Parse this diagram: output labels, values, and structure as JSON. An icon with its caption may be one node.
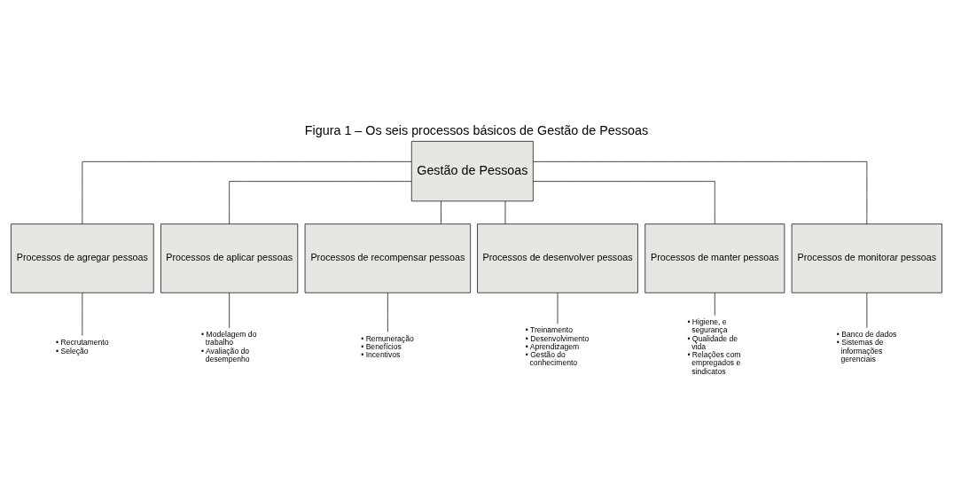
{
  "diagram": {
    "title": "Figura 1 – Os seis processos básicos de Gestão de Pessoas",
    "nodes": [
      {
        "text": [
          "Gestão de Pessoas"
        ]
      },
      {
        "text": [
          "Processos de agregar pessoas"
        ]
      },
      {
        "text": [
          "Processos de aplicar pessoas"
        ]
      },
      {
        "text": [
          "Processos de recompensar pessoas"
        ]
      },
      {
        "text": [
          "Processos de desenvolver pessoas"
        ]
      },
      {
        "text": [
          "Processos de manter pessoas"
        ]
      },
      {
        "text": [
          "Processos de monitorar pessoas"
        ]
      },
      {
        "text": [
          "• Recrutamento",
          "• Seleção"
        ]
      },
      {
        "text": [
          "• Modelagem do trabalho",
          "• Avaliação do desempenho"
        ]
      },
      {
        "text": [
          "• Remuneração",
          "• Benefícios",
          "• Incentivos"
        ]
      },
      {
        "text": [
          "• Treinamento",
          "• Desenvolvimento",
          "• Aprendizagem",
          "• Gestão do conhecimento"
        ]
      },
      {
        "text": [
          "• Higiene, e segurança",
          "• Qualidade de vida",
          "• Relações com empregados e sindicatos"
        ]
      },
      {
        "text": [
          "• Banco de dados",
          "• Sistemas de informações gerenciais"
        ]
      }
    ],
    "edges": [
      {
        "from": 0,
        "to": 1,
        "arrow": "none"
      },
      {
        "from": 0,
        "to": 2,
        "arrow": "none"
      },
      {
        "from": 0,
        "to": 3,
        "arrow": "none"
      },
      {
        "from": 0,
        "to": 4,
        "arrow": "none"
      },
      {
        "from": 0,
        "to": 5,
        "arrow": "none"
      },
      {
        "from": 0,
        "to": 6,
        "arrow": "none"
      },
      {
        "from": 1,
        "to": 7,
        "arrow": "none"
      },
      {
        "from": 2,
        "to": 8,
        "arrow": "none"
      },
      {
        "from": 3,
        "to": 9,
        "arrow": "none"
      },
      {
        "from": 4,
        "to": 10,
        "arrow": "none"
      },
      {
        "from": 5,
        "to": 11,
        "arrow": "none"
      },
      {
        "from": 6,
        "to": 12,
        "arrow": "none"
      }
    ]
  }
}
